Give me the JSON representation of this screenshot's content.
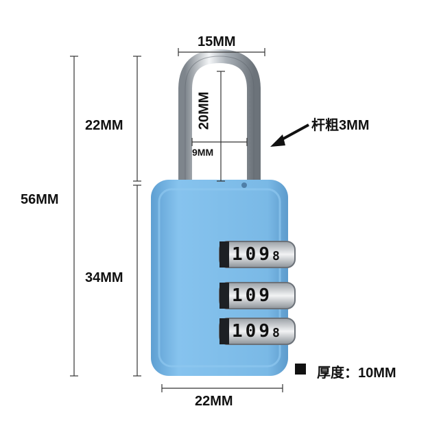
{
  "labels": {
    "shackle_width": "15MM",
    "total_height": "56MM",
    "shackle_height": "22MM",
    "body_height": "34MM",
    "inner_height": "20MM",
    "inner_width": "9MM",
    "bar_thickness": "杆粗3MM",
    "body_width": "22MM",
    "thickness": "厚度：10MM"
  },
  "dials": {
    "row1": [
      "1",
      "0",
      "9",
      "8"
    ],
    "row2": [
      "1",
      "0",
      "9"
    ],
    "row3": [
      "1",
      "0",
      "9",
      "8"
    ]
  },
  "colors": {
    "body": "#7ab9e6",
    "body_edge": "#5f9fd0",
    "shackle": "#c9ced3",
    "dial": "#e4e6e8",
    "text": "#111111"
  }
}
